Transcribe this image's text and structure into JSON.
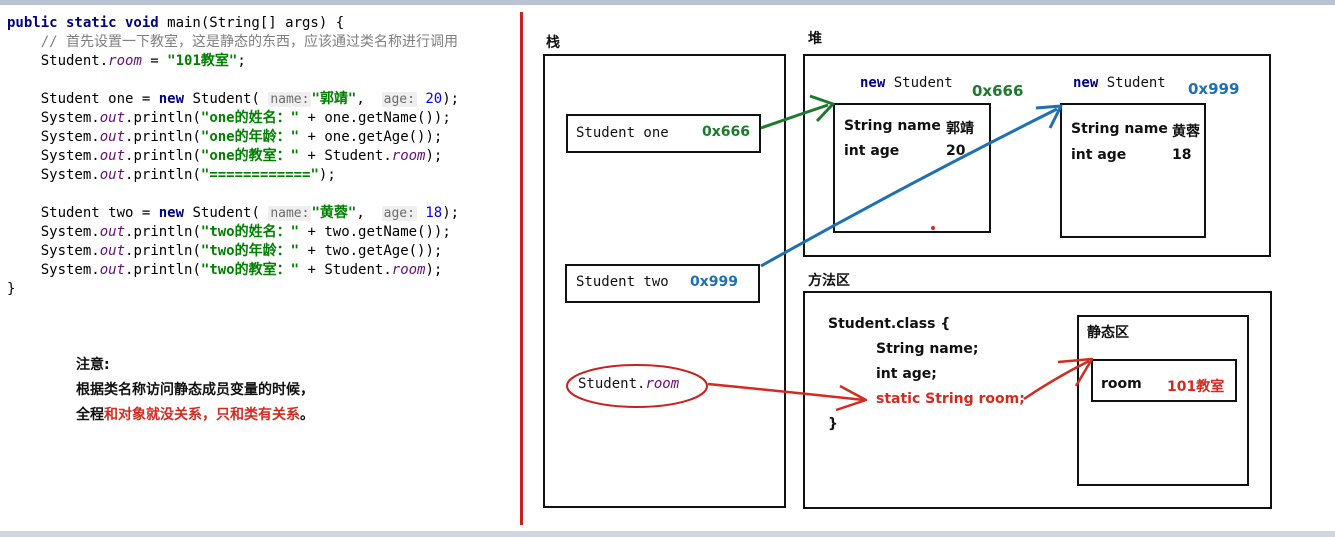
{
  "code": {
    "l1_kw": "public static void",
    "l1_rest": " main(String[] args) {",
    "l2_comment": "// 首先设置一下教室，这是静态的东西，应该通过类名称进行调用",
    "l3_a": "Student.",
    "l3_field": "room",
    "l3_b": " = ",
    "l3_str": "\"101教室\"",
    "l3_c": ";",
    "l5_a": "Student one = ",
    "l5_new": "new",
    "l5_b": " Student(",
    "l5_hint1": "name:",
    "l5_str": "\"郭靖\"",
    "l5_c": ", ",
    "l5_hint2": "age:",
    "l5_num": "20",
    "l5_d": ");",
    "println_a": "System.",
    "println_out": "out",
    "println_b": ".println(",
    "l6_str": "\"one的姓名：\"",
    "l6_tail": " + one.getName());",
    "l7_str": "\"one的年龄：\"",
    "l7_tail": " + one.getAge());",
    "l8_str": "\"one的教室：\"",
    "l8_tail": " + Student.",
    "l8_field": "room",
    "l8_end": ");",
    "l9_str": "\"============\"",
    "l9_tail": ");",
    "l11_a": "Student two = ",
    "l11_new": "new",
    "l11_b": " Student(",
    "l11_hint1": "name:",
    "l11_str": "\"黄蓉\"",
    "l11_c": ", ",
    "l11_hint2": "age:",
    "l11_num": "18",
    "l11_d": ");",
    "l12_str": "\"two的姓名：\"",
    "l12_tail": " + two.getName());",
    "l13_str": "\"two的年龄：\"",
    "l13_tail": " + two.getAge());",
    "l14_str": "\"two的教室：\"",
    "l14_tail": " + Student.",
    "l14_field": "room",
    "l14_end": ");",
    "l15": "}"
  },
  "note": {
    "title": "注意:",
    "line1": "根据类名称访问静态成员变量的时候，",
    "line2_black": "全程",
    "line2_red": "和对象就没关系，只和类有关系",
    "line2_end": "。"
  },
  "diagram": {
    "stack_label": "栈",
    "heap_label": "堆",
    "method_label": "方法区",
    "stack_one_text": "Student one",
    "stack_one_addr": "0x666",
    "stack_two_text": "Student two",
    "stack_two_addr": "0x999",
    "stack_room_a": "Student.",
    "stack_room_b": "room",
    "heap1_title_new": "new",
    "heap1_title": " Student",
    "heap1_addr": "0x666",
    "heap1_name_label": "String name",
    "heap1_name_value": "郭靖",
    "heap1_age_label": "int age",
    "heap1_age_value": "20",
    "heap2_title_new": "new",
    "heap2_title": " Student",
    "heap2_addr": "0x999",
    "heap2_name_label": "String name",
    "heap2_name_value": "黄蓉",
    "heap2_age_label": "int age",
    "heap2_age_value": "18",
    "class_line1": "Student.class {",
    "class_line2": "String name;",
    "class_line3": "int age;",
    "class_line4": "static String room;",
    "class_line5": "}",
    "static_label": "静态区",
    "static_room_label": "room",
    "static_room_value": "101教室"
  },
  "colors": {
    "divider": "#c9211e",
    "green_address": "#1c7a2c",
    "blue_address": "#1f6fb3",
    "red_highlight": "#d42b1e"
  }
}
